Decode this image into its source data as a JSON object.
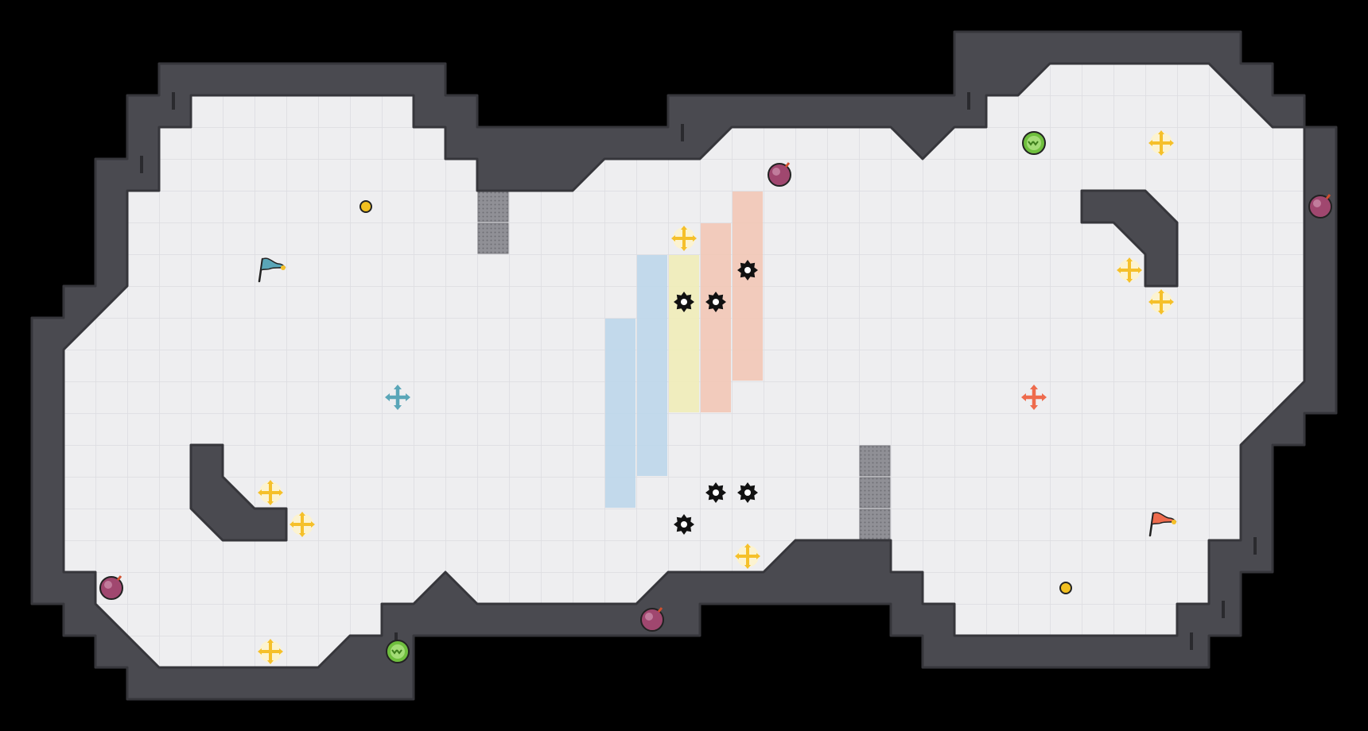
{
  "colors": {
    "background": "#000000",
    "wall": "#4a4a50",
    "wall_edge": "#36363b",
    "floor": "#eeeef0",
    "grid": "#dcdce0",
    "zone_blue": "#bcd6ea",
    "zone_yellow": "#f0ecb8",
    "zone_red": "#f2c6b6",
    "block": "#909096",
    "spawn_blue": "#5aa6b8",
    "spawn_red": "#ee6b4d",
    "powerup_yellow": "#f5c02a",
    "bomb": "#a0476f",
    "boost_green": "#6fbf3e",
    "spike": "#111111",
    "dot": "#f2c020"
  },
  "icons": {
    "flag": "flag-icon",
    "bomb": "bomb-icon",
    "boost": "boost-icon",
    "powerup": "powerup-icon",
    "spawn": "spawn-icon",
    "spike": "spike-icon",
    "dot": "dot-icon"
  },
  "flags": [
    {
      "team": "blue",
      "col": 6,
      "row": 6
    },
    {
      "team": "red",
      "col": 34,
      "row": 14
    }
  ],
  "spawns": [
    {
      "team": "blue",
      "col": 10,
      "row": 10
    },
    {
      "team": "red",
      "col": 30,
      "row": 10
    }
  ],
  "powerups": [
    {
      "col": 19,
      "row": 5
    },
    {
      "col": 34,
      "row": 2
    },
    {
      "col": 33,
      "row": 6
    },
    {
      "col": 34,
      "row": 7
    },
    {
      "col": 6,
      "row": 13
    },
    {
      "col": 7,
      "row": 14
    },
    {
      "col": 21,
      "row": 15
    },
    {
      "col": 6,
      "row": 18
    }
  ],
  "bombs": [
    {
      "col": 22,
      "row": 3
    },
    {
      "col": 39,
      "row": 4
    },
    {
      "col": 1,
      "row": 16
    },
    {
      "col": 18,
      "row": 17
    }
  ],
  "boosts": [
    {
      "col": 30,
      "row": 2
    },
    {
      "col": 10,
      "row": 18
    }
  ],
  "spikes": [
    {
      "col": 21,
      "row": 6
    },
    {
      "col": 19,
      "row": 7
    },
    {
      "col": 20,
      "row": 7
    },
    {
      "col": 20,
      "row": 13
    },
    {
      "col": 21,
      "row": 13
    },
    {
      "col": 19,
      "row": 14
    }
  ],
  "dots": [
    {
      "col": 9,
      "row": 4
    },
    {
      "col": 31,
      "row": 16
    }
  ]
}
